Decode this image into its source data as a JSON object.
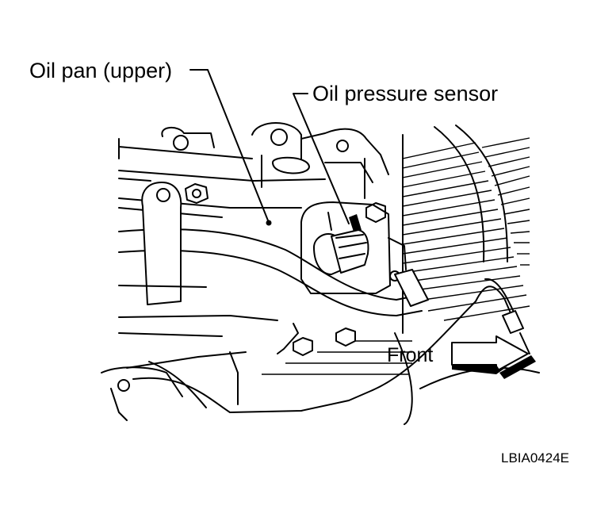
{
  "labels": {
    "oil_pan": "Oil pan (upper)",
    "oil_pressure_sensor": "Oil pressure sensor",
    "front": "Front",
    "figure_code": "LBIA0424E"
  },
  "colors": {
    "ink": "#000000",
    "background": "#ffffff"
  }
}
